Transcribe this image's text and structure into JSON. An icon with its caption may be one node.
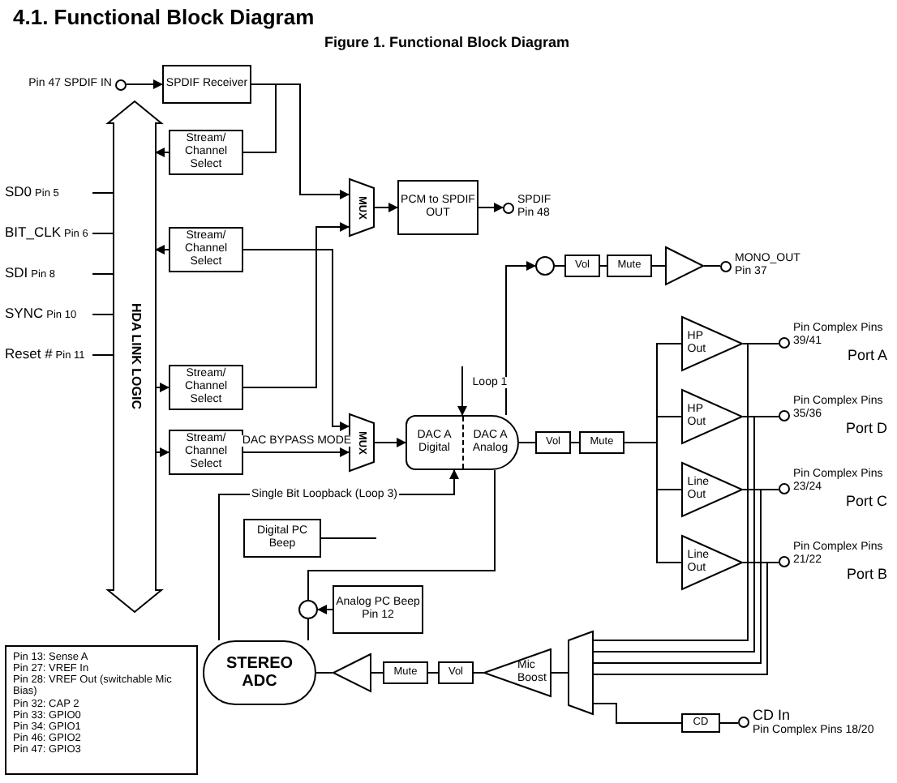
{
  "diagram": {
    "title": "4.1. Functional Block Diagram",
    "caption": "Figure 1. Functional Block Diagram",
    "nodes": [
      {
        "text": [
          "Pin 47 SPDIF IN"
        ]
      },
      {
        "text": [
          "SPDIF Receiver"
        ]
      },
      {
        "text": [
          "HDA LINK LOGIC"
        ]
      },
      {
        "text": [
          "SD0",
          "Pin 5"
        ]
      },
      {
        "text": [
          "BIT_CLK",
          "Pin 6"
        ]
      },
      {
        "text": [
          "SDI",
          "Pin 8"
        ]
      },
      {
        "text": [
          "SYNC",
          "Pin 10"
        ]
      },
      {
        "text": [
          "Reset #",
          "Pin 11"
        ]
      },
      {
        "text": [
          "Stream/ Channel Select"
        ]
      },
      {
        "text": [
          "Stream/ Channel Select"
        ]
      },
      {
        "text": [
          "Stream/ Channel Select"
        ]
      },
      {
        "text": [
          "Stream/ Channel Select"
        ]
      },
      {
        "text": [
          "MUX"
        ]
      },
      {
        "text": [
          "PCM to SPDIF OUT"
        ]
      },
      {
        "text": [
          "SPDIF",
          "Pin 48"
        ]
      },
      {
        "text": [
          "MUX"
        ]
      },
      {
        "text": [
          "DAC A Digital",
          "DAC A Analog"
        ]
      },
      {
        "text": [
          "Vol"
        ]
      },
      {
        "text": [
          "Mute"
        ]
      },
      {
        "text": [
          "HP Out"
        ]
      },
      {
        "text": [
          "HP Out"
        ]
      },
      {
        "text": [
          "Line Out"
        ]
      },
      {
        "text": [
          "Line Out"
        ]
      },
      {
        "text": [
          "Pin Complex Pins 39/41",
          "Port A"
        ]
      },
      {
        "text": [
          "Pin Complex Pins 35/36",
          "Port D"
        ]
      },
      {
        "text": [
          "Pin Complex Pins 23/24",
          "Port C"
        ]
      },
      {
        "text": [
          "Pin Complex Pins 21/22",
          "Port B"
        ]
      },
      {
        "text": [],
        "shape": "circle"
      },
      {
        "text": [
          "Vol"
        ]
      },
      {
        "text": [
          "Mute"
        ]
      },
      {
        "text": [],
        "shape": "triangle"
      },
      {
        "text": [
          "MONO_OUT",
          "Pin 37"
        ]
      },
      {
        "text": [
          "Digital PC Beep"
        ]
      },
      {
        "text": [
          "Analog PC Beep",
          "Pin 12"
        ]
      },
      {
        "text": [],
        "shape": "circle"
      },
      {
        "text": [
          "STEREO ADC"
        ]
      },
      {
        "text": [],
        "shape": "triangle"
      },
      {
        "text": [
          "Mute"
        ]
      },
      {
        "text": [
          "Vol"
        ]
      },
      {
        "text": [
          "Mic Boost"
        ]
      },
      {
        "text": [],
        "shape": "trapezoid"
      },
      {
        "text": [
          "CD"
        ]
      },
      {
        "text": [
          "CD In",
          "Pin Complex Pins 18/20"
        ]
      },
      {
        "text": [
          "Pin 13: Sense A",
          "Pin 27: VREF In",
          "Pin 28: VREF Out (switchable Mic Bias)",
          "Pin 32: CAP 2",
          "Pin 33: GPIO0",
          "Pin 34: GPIO1",
          "Pin 46: GPIO2",
          "Pin 47: GPIO3"
        ]
      }
    ],
    "edges": [
      {
        "from": 0,
        "to": 1,
        "arrow": "to"
      },
      {
        "from": 1,
        "to": 12,
        "arrow": "to"
      },
      {
        "from": 3,
        "to": 2,
        "arrow": "none"
      },
      {
        "from": 4,
        "to": 2,
        "arrow": "none"
      },
      {
        "from": 5,
        "to": 2,
        "arrow": "none"
      },
      {
        "from": 6,
        "to": 2,
        "arrow": "none"
      },
      {
        "from": 7,
        "to": 2,
        "arrow": "none"
      },
      {
        "from": 8,
        "to": 2,
        "arrow": "to"
      },
      {
        "from": 9,
        "to": 2,
        "arrow": "to"
      },
      {
        "from": 2,
        "to": 10,
        "arrow": "to"
      },
      {
        "from": 2,
        "to": 11,
        "arrow": "to"
      },
      {
        "from": 10,
        "to": 12,
        "arrow": "to"
      },
      {
        "from": 9,
        "to": 15,
        "arrow": "to"
      },
      {
        "from": 11,
        "to": 15,
        "arrow": "to",
        "label": "DAC BYPASS MODE"
      },
      {
        "from": 12,
        "to": 13,
        "arrow": "to"
      },
      {
        "from": 13,
        "to": 14,
        "arrow": "to"
      },
      {
        "from": 15,
        "to": 16,
        "arrow": "to"
      },
      {
        "from": null,
        "to": 16,
        "arrow": "to",
        "label": "Loop 1"
      },
      {
        "from": 35,
        "to": 16,
        "arrow": "to",
        "label": "Single Bit Loopback (Loop 3)"
      },
      {
        "from": 16,
        "to": 17,
        "arrow": "none"
      },
      {
        "from": 17,
        "to": 18,
        "arrow": "none"
      },
      {
        "from": 18,
        "to": 19,
        "arrow": "none"
      },
      {
        "from": 18,
        "to": 20,
        "arrow": "none"
      },
      {
        "from": 18,
        "to": 21,
        "arrow": "none"
      },
      {
        "from": 18,
        "to": 22,
        "arrow": "none"
      },
      {
        "from": 19,
        "to": 23,
        "arrow": "none"
      },
      {
        "from": 20,
        "to": 24,
        "arrow": "none"
      },
      {
        "from": 21,
        "to": 25,
        "arrow": "none"
      },
      {
        "from": 22,
        "to": 26,
        "arrow": "none"
      },
      {
        "from": 16,
        "to": 27,
        "arrow": "to"
      },
      {
        "from": 27,
        "to": 28,
        "arrow": "none"
      },
      {
        "from": 28,
        "to": 29,
        "arrow": "none"
      },
      {
        "from": 29,
        "to": 30,
        "arrow": "none"
      },
      {
        "from": 30,
        "to": 31,
        "arrow": "none"
      },
      {
        "from": 32,
        "to": null,
        "arrow": "none"
      },
      {
        "from": 16,
        "to": 34,
        "arrow": "none"
      },
      {
        "from": 33,
        "to": 34,
        "arrow": "to"
      },
      {
        "from": 34,
        "to": 35,
        "arrow": "none"
      },
      {
        "from": 36,
        "to": 35,
        "arrow": "none"
      },
      {
        "from": 37,
        "to": 36,
        "arrow": "none"
      },
      {
        "from": 38,
        "to": 37,
        "arrow": "none"
      },
      {
        "from": 39,
        "to": 38,
        "arrow": "none"
      },
      {
        "from": 40,
        "to": 39,
        "arrow": "none"
      },
      {
        "from": 19,
        "to": 40,
        "arrow": "none"
      },
      {
        "from": 20,
        "to": 40,
        "arrow": "none"
      },
      {
        "from": 21,
        "to": 40,
        "arrow": "none"
      },
      {
        "from": 22,
        "to": 40,
        "arrow": "none"
      },
      {
        "from": 42,
        "to": 41,
        "arrow": "none"
      },
      {
        "from": 41,
        "to": 40,
        "arrow": "none"
      },
      {
        "from": 1,
        "to": 8,
        "arrow": "none"
      }
    ]
  }
}
